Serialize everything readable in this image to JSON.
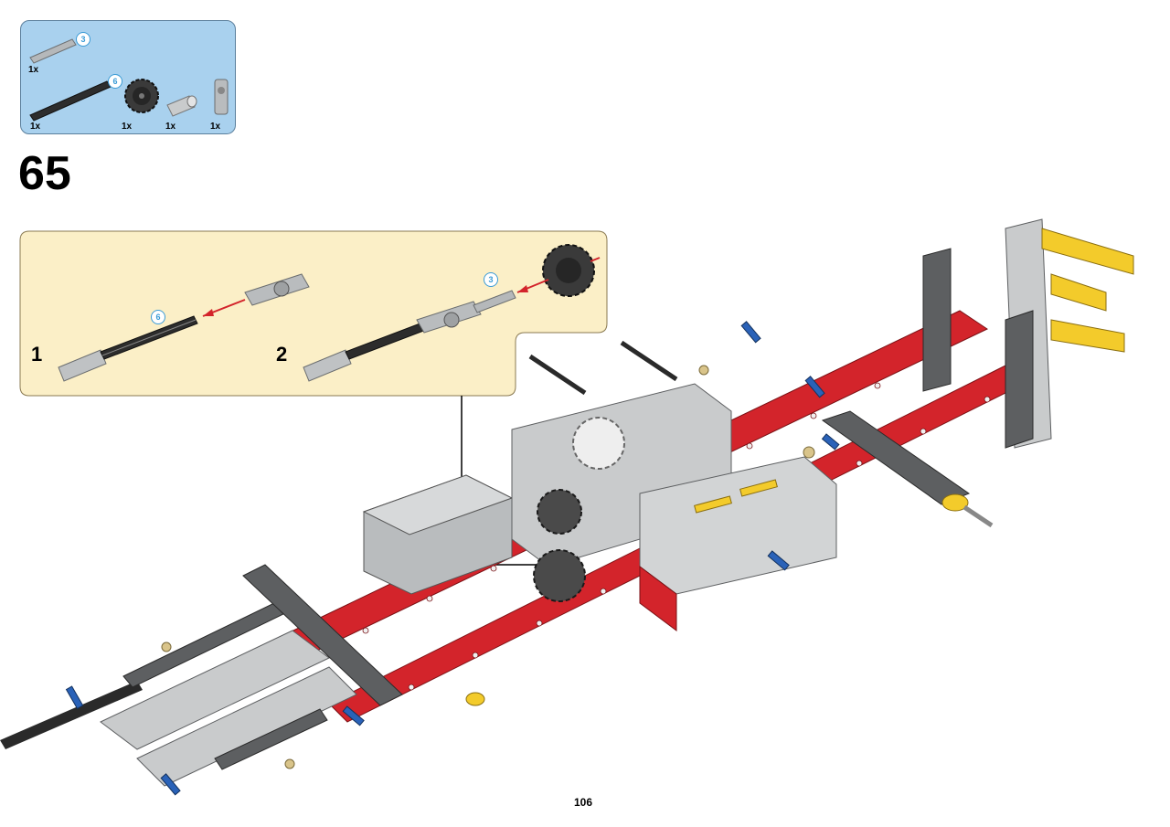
{
  "step": {
    "number": "65"
  },
  "parts": {
    "items": [
      {
        "name": "axle-3",
        "qty": "1x",
        "callout": "3"
      },
      {
        "name": "axle-6",
        "qty": "1x",
        "callout": "6"
      },
      {
        "name": "gear-20-tooth",
        "qty": "1x"
      },
      {
        "name": "axle-connector",
        "qty": "1x"
      },
      {
        "name": "cross-block",
        "qty": "1x"
      }
    ]
  },
  "sub_steps": {
    "step1": {
      "label": "1",
      "callout": "6"
    },
    "step2": {
      "label": "2",
      "callout": "3"
    }
  },
  "page": {
    "number": "106"
  },
  "colors": {
    "parts_box_bg": "#a9d1ee",
    "sub_box_bg": "#fbefc7",
    "frame_red": "#d3242b",
    "light_gray": "#c9cbcc",
    "dark_gray": "#5d5f61",
    "accent_yellow": "#f3cb2b",
    "pin_blue": "#2a62b8",
    "callout_blue": "#3a9bd6"
  }
}
